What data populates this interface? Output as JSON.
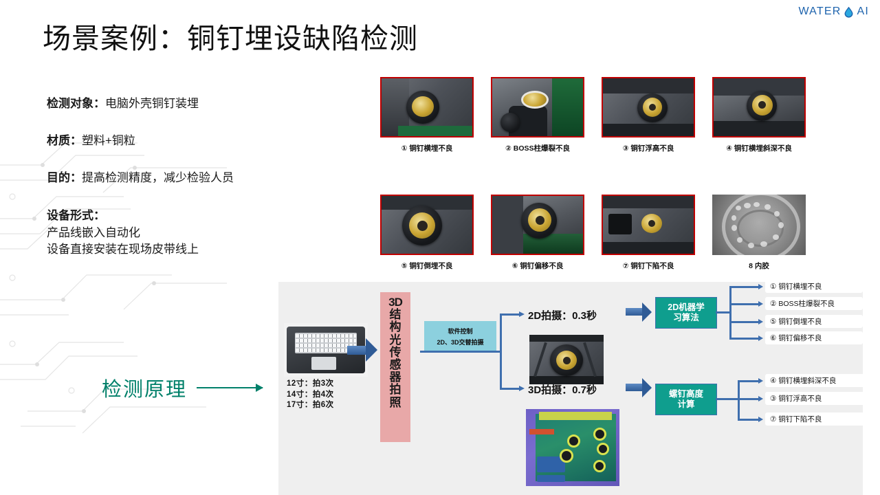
{
  "brand": {
    "word_left": "WATER",
    "word_right": "AI",
    "drop_icon": "water-drop-icon",
    "color": "#1d63ad"
  },
  "title": "场景案例：铜钉埋设缺陷检测",
  "info": {
    "rows": [
      {
        "label": "检测对象：",
        "value": "电脑外壳铜钉装埋"
      },
      {
        "label": "材质：",
        "value": "塑料+铜粒"
      },
      {
        "label": "目的：",
        "value": "提高检测精度，减少检验人员"
      }
    ],
    "equipment": {
      "heading": "设备形式：",
      "lines": [
        "产品线嵌入自动化",
        "设备直接安装在现场皮带线上"
      ]
    }
  },
  "principle": {
    "label": "检测原理",
    "color": "#00806a"
  },
  "defect_photos": {
    "row1": [
      {
        "caption": "① 铜钉横埋不良",
        "bordered": true
      },
      {
        "caption": "② BOSS柱爆裂不良",
        "bordered": true
      },
      {
        "caption": "③ 铜钉浮高不良",
        "bordered": true
      },
      {
        "caption": "④ 铜钉横埋斜深不良",
        "bordered": true
      }
    ],
    "row2": [
      {
        "caption": "⑤ 铜钉倒埋不良",
        "bordered": true
      },
      {
        "caption": "⑥ 铜钉偏移不良",
        "bordered": true
      },
      {
        "caption": "⑦ 铜钉下陷不良",
        "bordered": true
      },
      {
        "caption": "8 内胶",
        "bordered": false
      }
    ]
  },
  "flow": {
    "sizes": [
      "12寸：拍3次",
      "14寸：拍4次",
      "17寸：拍6次"
    ],
    "sensor_box": {
      "chars": [
        "3D",
        "结",
        "构",
        "光",
        "传",
        "感",
        "器",
        "拍",
        "照"
      ],
      "color": "#e8a8a8"
    },
    "software_box": {
      "line1": "软件控制",
      "line2": "2D、3D交替拍摄",
      "color": "#8cd0de"
    },
    "capture_2d": "2D拍摄：0.3秒",
    "capture_3d": "3D拍摄：0.7秒",
    "algo_2d": {
      "line1": "2D机器学",
      "line2": "习算法",
      "color": "#0f9e8e"
    },
    "algo_3d": {
      "line1": "螺钉高度",
      "line2": "计算",
      "color": "#0f9e8e"
    },
    "results_2d": [
      "① 铜钉横埋不良",
      "② BOSS柱爆裂不良",
      "⑤ 铜钉倒埋不良",
      "⑥ 铜钉偏移不良"
    ],
    "results_3d": [
      "④ 铜钉横埋斜深不良",
      "③ 铜钉浮高不良",
      "⑦ 铜钉下陷不良"
    ]
  }
}
